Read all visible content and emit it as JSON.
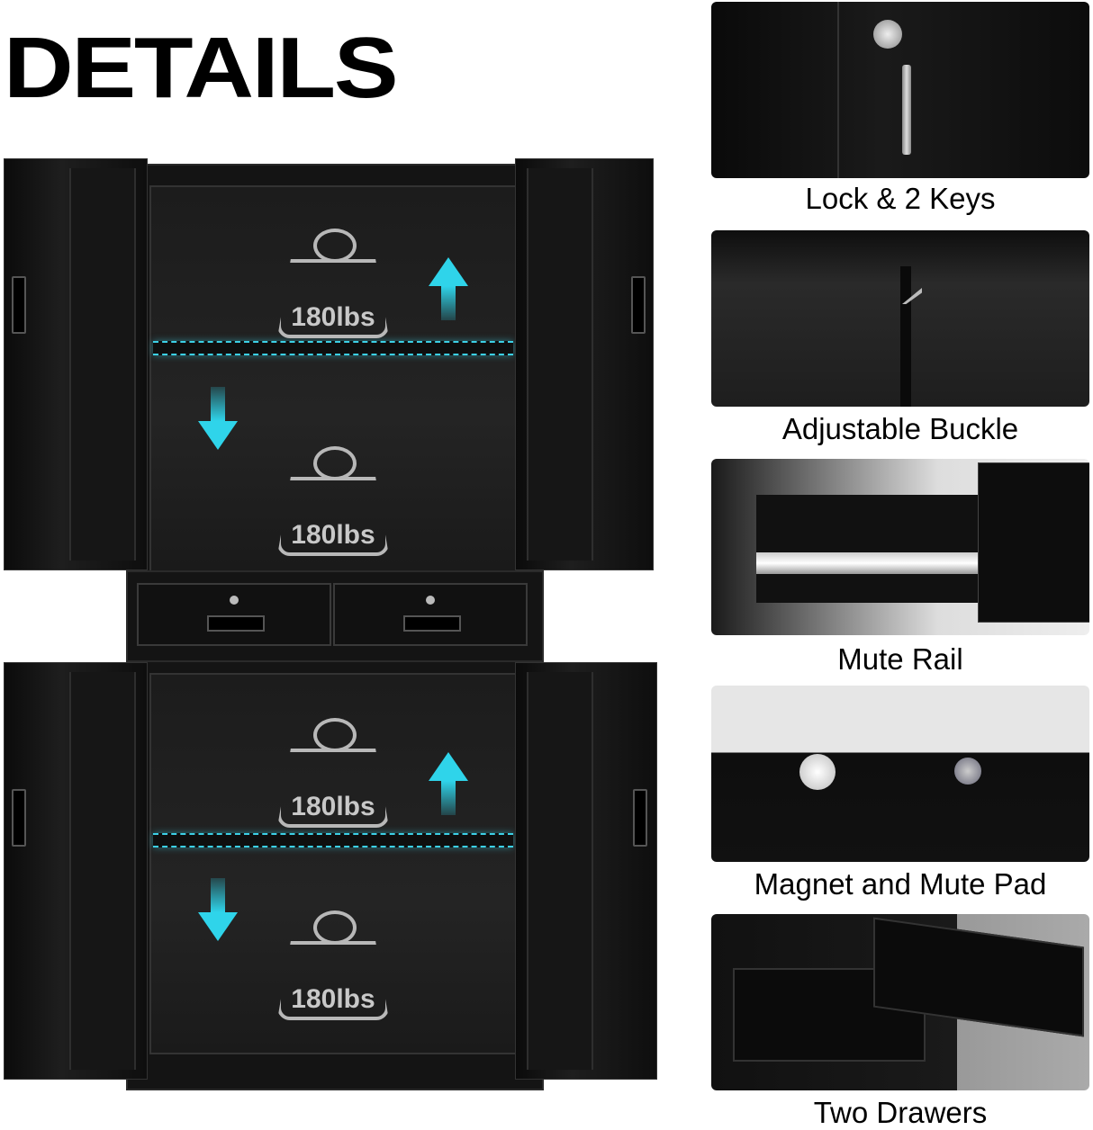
{
  "title": "DETAILS",
  "main_illustration": {
    "weight_labels": [
      "180lbs",
      "180lbs",
      "180lbs",
      "180lbs"
    ],
    "accent_color": "#2fd4ea"
  },
  "detail_panels": [
    {
      "caption": "Lock & 2 Keys"
    },
    {
      "caption": "Adjustable Buckle"
    },
    {
      "caption": "Mute Rail"
    },
    {
      "caption": "Magnet and Mute Pad"
    },
    {
      "caption": "Two Drawers"
    }
  ]
}
